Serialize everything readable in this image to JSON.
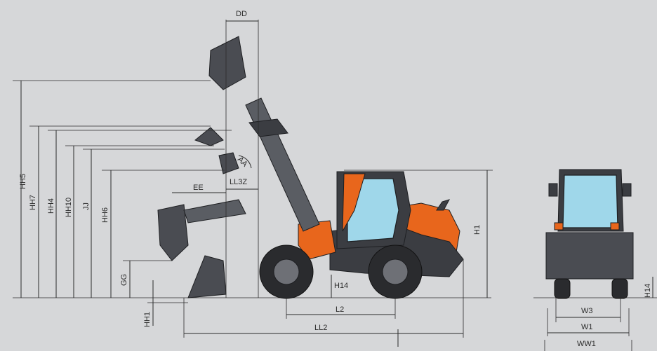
{
  "labels": {
    "DD": "DD",
    "HH5": "HH5",
    "HH7": "HH7",
    "HH4": "HH4",
    "HH10": "HH10",
    "JJ": "JJ",
    "HH6": "HH6",
    "GG": "GG",
    "HH1": "HH1",
    "EE": "EE",
    "LL3Z": "LL3Z",
    "AA": "AA",
    "H1": "H1",
    "H14": "H14",
    "L2": "L2",
    "LL2": "LL2",
    "W3": "W3",
    "W1": "W1",
    "WW1": "WW1",
    "H14_front": "H14"
  },
  "colors": {
    "background": "#d6d7d9",
    "accent": "#e8661c",
    "glass": "#9fd7ea"
  }
}
